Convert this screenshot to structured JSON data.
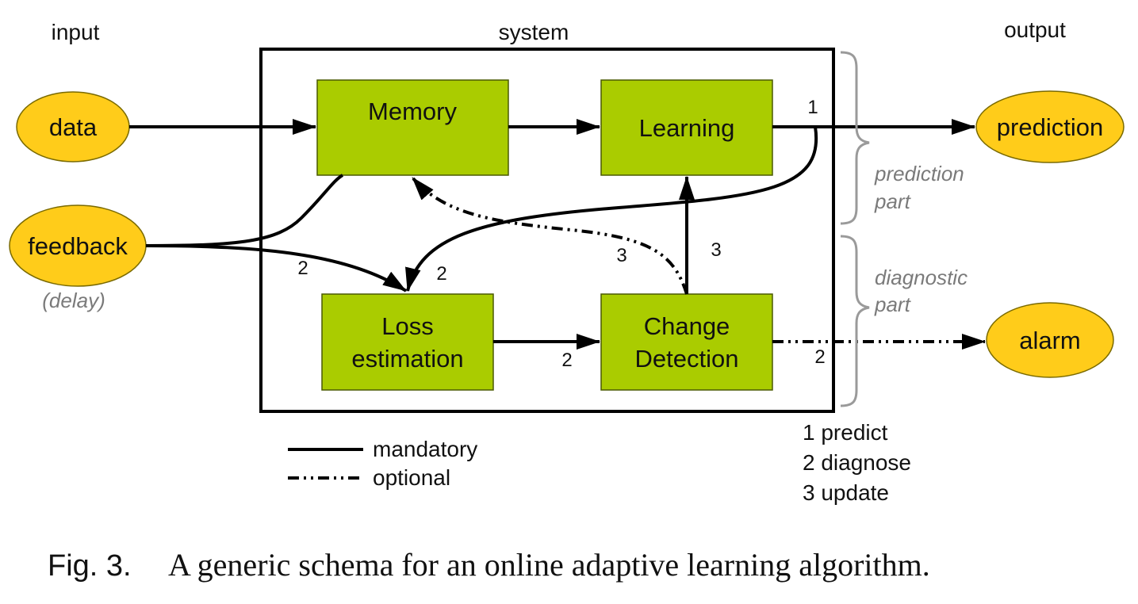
{
  "headers": {
    "input": "input",
    "system": "system",
    "output": "output"
  },
  "inputs": {
    "data": "data",
    "feedback": "feedback",
    "delay": "(delay)"
  },
  "outputs": {
    "prediction": "prediction",
    "alarm": "alarm"
  },
  "blocks": {
    "memory": "Memory",
    "learning": "Learning",
    "loss_line1": "Loss",
    "loss_line2": "estimation",
    "change_line1": "Change",
    "change_line2": "Detection"
  },
  "edge_labels": {
    "learning_to_prediction": "1",
    "feedback_to_loss": "2",
    "learning_to_loss": "2",
    "loss_to_change": "2",
    "change_to_alarm": "2",
    "change_to_memory": "3",
    "change_to_learning": "3"
  },
  "braces": {
    "prediction_line1": "prediction",
    "prediction_line2": "part",
    "diagnostic_line1": "diagnostic",
    "diagnostic_line2": "part"
  },
  "legend": {
    "mandatory": "mandatory",
    "optional": "optional"
  },
  "steps": [
    "1 predict",
    "2 diagnose",
    "3 update"
  ],
  "caption": {
    "fig": "Fig. 3.",
    "text": "A generic schema for an online adaptive learning algorithm."
  },
  "colors": {
    "block_fill": "#aacc00",
    "ellipse_fill": "#ffcc1a",
    "stroke": "#000000",
    "brace": "#9a9a9a"
  }
}
